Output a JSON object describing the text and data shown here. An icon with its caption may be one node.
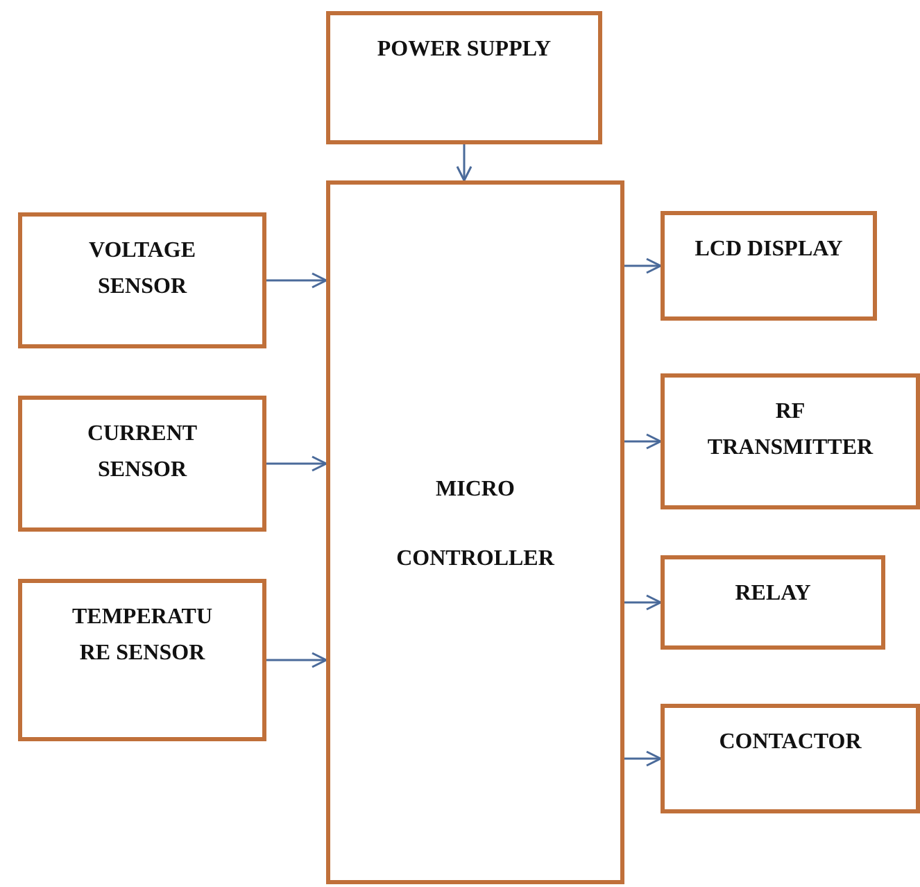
{
  "diagram": {
    "nodes": [
      {
        "text": [
          "POWER SUPPLY"
        ]
      },
      {
        "text": [
          "MICRO CONTROLLER"
        ]
      },
      {
        "text": [
          "VOLTAGE SENSOR"
        ]
      },
      {
        "text": [
          "CURRENT SENSOR"
        ]
      },
      {
        "text": [
          "TEMPERATU RE SENSOR"
        ]
      },
      {
        "text": [
          "LCD DISPLAY"
        ]
      },
      {
        "text": [
          "RF TRANSMITTER"
        ]
      },
      {
        "text": [
          "RELAY"
        ]
      },
      {
        "text": [
          "CONTACTOR"
        ]
      }
    ],
    "edges": [
      {
        "from": 0,
        "to": 1,
        "arrow": "to"
      },
      {
        "from": 2,
        "to": 1,
        "arrow": "to"
      },
      {
        "from": 3,
        "to": 1,
        "arrow": "to"
      },
      {
        "from": 4,
        "to": 1,
        "arrow": "to"
      },
      {
        "from": 1,
        "to": 5,
        "arrow": "to"
      },
      {
        "from": 1,
        "to": 6,
        "arrow": "to"
      },
      {
        "from": 1,
        "to": 7,
        "arrow": "to"
      },
      {
        "from": 1,
        "to": 8,
        "arrow": "to"
      }
    ]
  }
}
